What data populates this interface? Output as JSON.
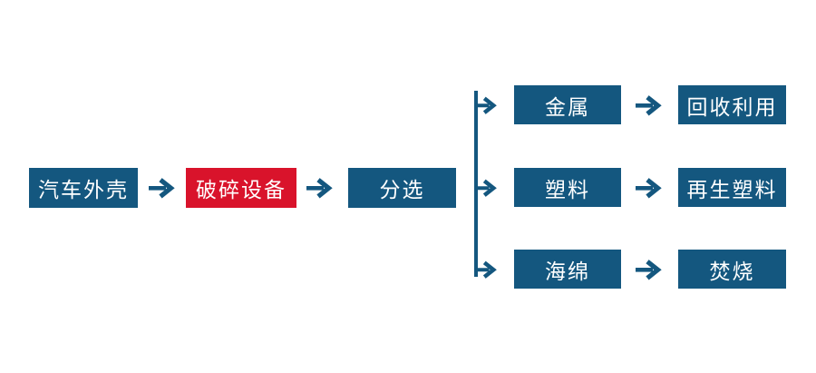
{
  "colors": {
    "primary": "#14577f",
    "accent": "#d9132b",
    "node_text": "#ffffff",
    "background": "#ffffff"
  },
  "main_flow": [
    {
      "label": "汽车外壳",
      "type": "normal"
    },
    {
      "label": "破碎设备",
      "type": "highlight"
    },
    {
      "label": "分选",
      "type": "normal"
    }
  ],
  "branches": [
    {
      "item": "金属",
      "result": "回收利用"
    },
    {
      "item": "塑料",
      "result": "再生塑料"
    },
    {
      "item": "海绵",
      "result": "焚烧"
    }
  ]
}
